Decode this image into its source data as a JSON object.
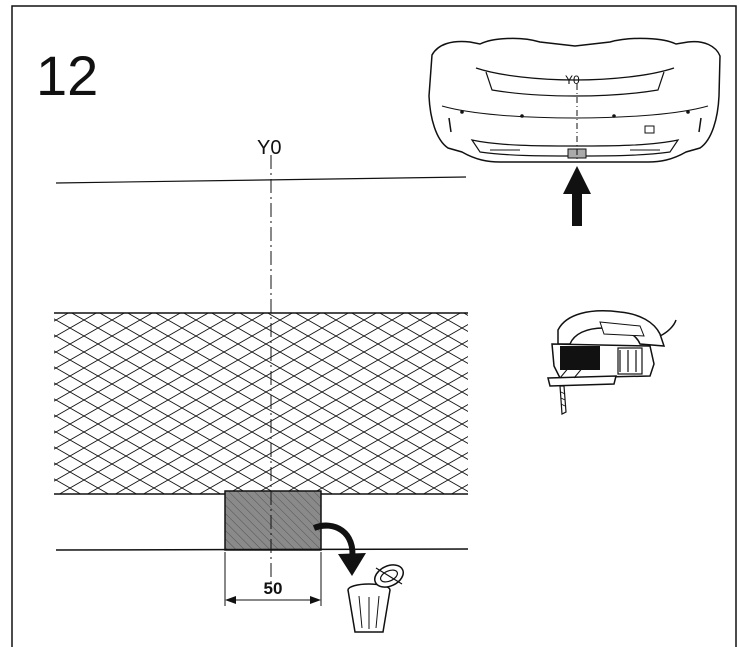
{
  "step": {
    "number": "12"
  },
  "main_view": {
    "axis_label": "Y0",
    "dimension_value": "50"
  },
  "inset_bumper": {
    "axis_label": "Y0"
  },
  "icons": {
    "tool": "jigsaw-icon",
    "disposal": "trash-bin-icon",
    "clip": "clip-icon"
  },
  "colors": {
    "line": "#111111",
    "cut_fill": "#8a8a8a",
    "marker": "#aaaaaa"
  }
}
